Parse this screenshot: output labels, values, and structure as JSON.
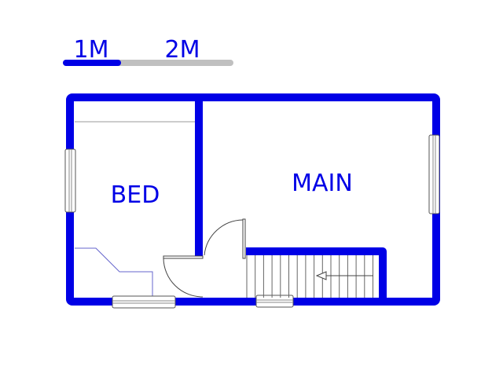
{
  "scale_bar": {
    "label_1": "1M",
    "label_2": "2M"
  },
  "rooms": [
    {
      "label": "BED"
    },
    {
      "label": "MAIN"
    }
  ],
  "colors": {
    "wall": "#0000e6",
    "scale_gray": "#c0c0c0",
    "fixture": "#6666cc"
  }
}
